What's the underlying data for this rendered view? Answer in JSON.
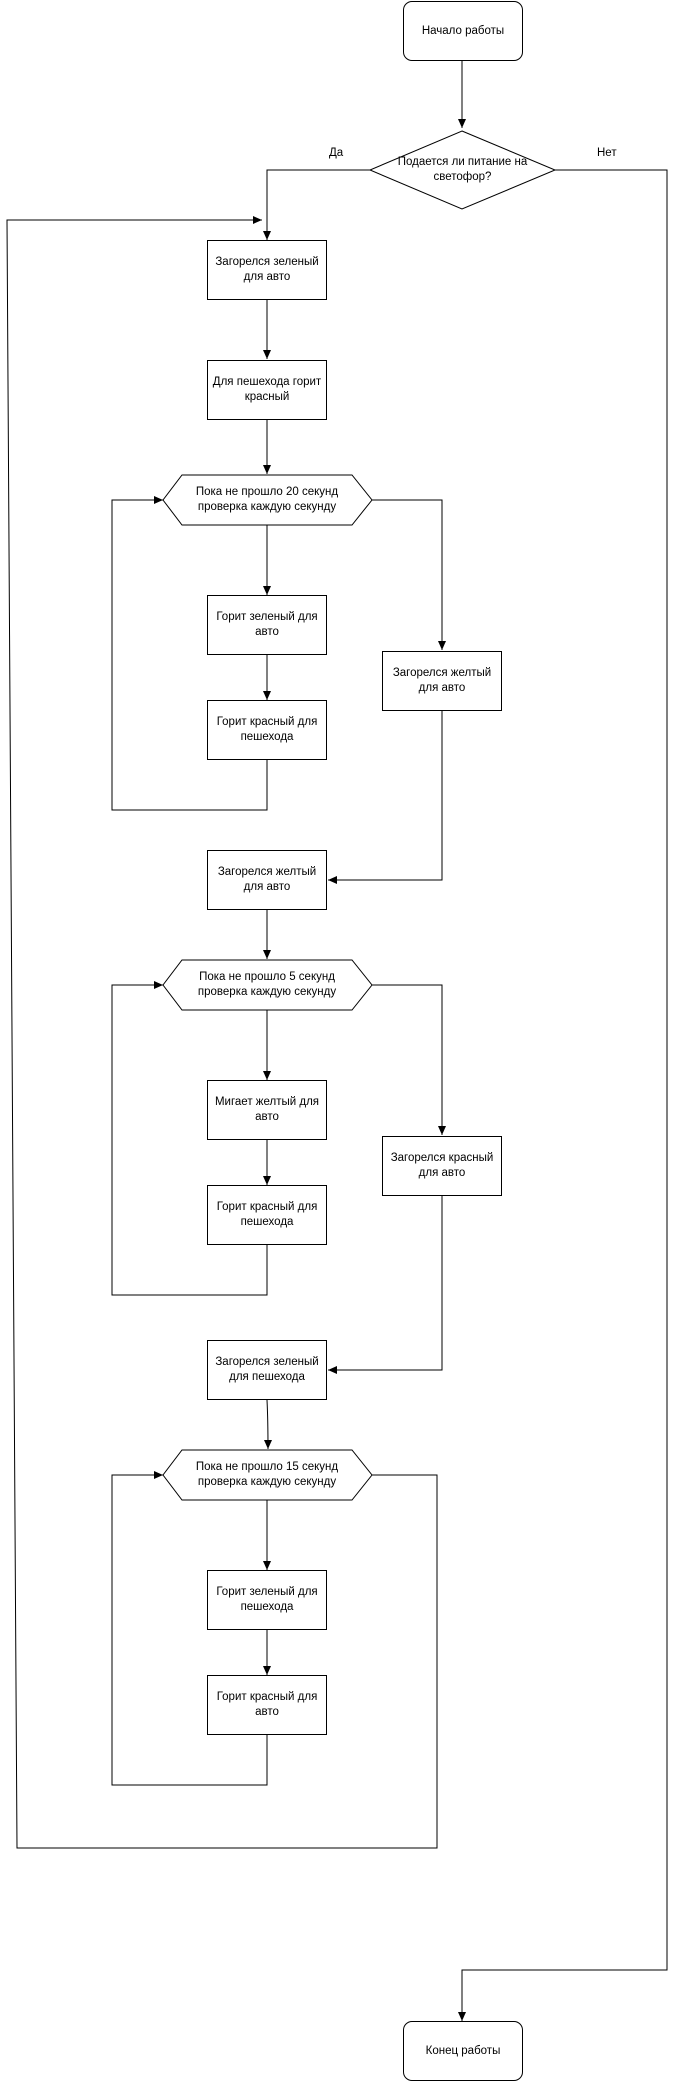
{
  "nodes": {
    "start": "Начало работы",
    "decision": "Подается ли питание на светофор?",
    "green_car_on": "Загорелся зеленый для авто",
    "ped_red_on": "Для пешехода горит красный",
    "loop1_cond": "Пока не прошло 20 секунд проверка каждую секунду",
    "loop1_green_car": "Горит зеленый для авто",
    "loop1_red_ped": "Горит красный для пешехода",
    "yellow_car_on_side": "Загорелся желтый для авто",
    "yellow_car_on": "Загорелся желтый для авто",
    "loop2_cond": "Пока не прошло 5 секунд проверка каждую секунду",
    "loop2_blink_yellow": "Мигает желтый для авто",
    "loop2_red_ped": "Горит красный для пешехода",
    "red_car_on_side": "Загорелся красный для авто",
    "green_ped_on": "Загорелся зеленый для пешехода",
    "loop3_cond": "Пока не прошло 15 секунд проверка каждую секунду",
    "loop3_green_ped": "Горит зеленый для пешехода",
    "loop3_red_car": "Горит красный для авто",
    "end": "Конец работы"
  },
  "edge_labels": {
    "yes": "Да",
    "no": "Нет"
  }
}
